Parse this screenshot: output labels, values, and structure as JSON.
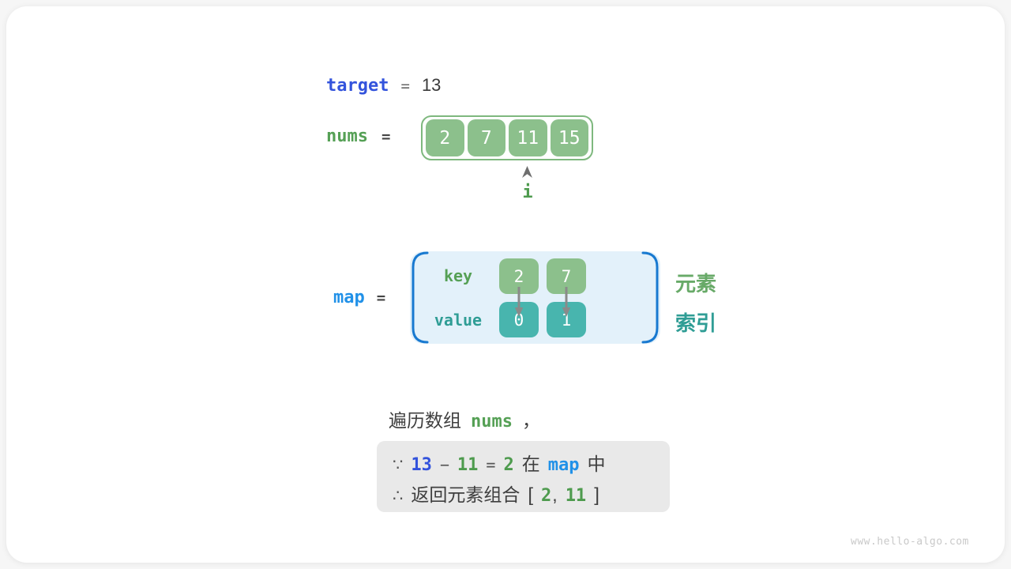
{
  "diagram": {
    "target": {
      "label": "target",
      "eq": "=",
      "value": "13"
    },
    "nums": {
      "label": "nums",
      "eq": "=",
      "cells": [
        "2",
        "7",
        "11",
        "15"
      ],
      "pointer": "i"
    },
    "map": {
      "label": "map",
      "eq": "=",
      "key_label": "key",
      "value_label": "value",
      "entries": [
        {
          "key": "2",
          "value": "0"
        },
        {
          "key": "7",
          "value": "1"
        }
      ],
      "legend_element": "元素",
      "legend_index": "索引"
    },
    "caption": {
      "text": "遍历数组",
      "code": "nums",
      "comma": "，"
    },
    "note": {
      "because": "∵",
      "target_num": "13",
      "minus": "−",
      "current_num": "11",
      "eq": "=",
      "complement_num": "2",
      "in_text": "在",
      "map_code": "map",
      "in_suffix": "中",
      "therefore": "∴",
      "result_text": "返回元素组合",
      "open_bracket": "[",
      "first": "2",
      "comma": ",",
      "second": "11",
      "close_bracket": "]"
    },
    "watermark": "www.hello-algo.com",
    "colors": {
      "indigo_blue": "#3353dc",
      "bright_blue": "#2191e8",
      "green_text": "#55a055",
      "green_cell": "#8cc08c",
      "teal_text": "#2f9d95",
      "teal_cell": "#48b5ae",
      "array_border_green": "#7eb87e",
      "map_bg": "#e3f1fa",
      "bracket_blue": "#1879d0",
      "arrow_gray": "#8a8a8a",
      "note_bg": "#e9e9e9"
    }
  }
}
